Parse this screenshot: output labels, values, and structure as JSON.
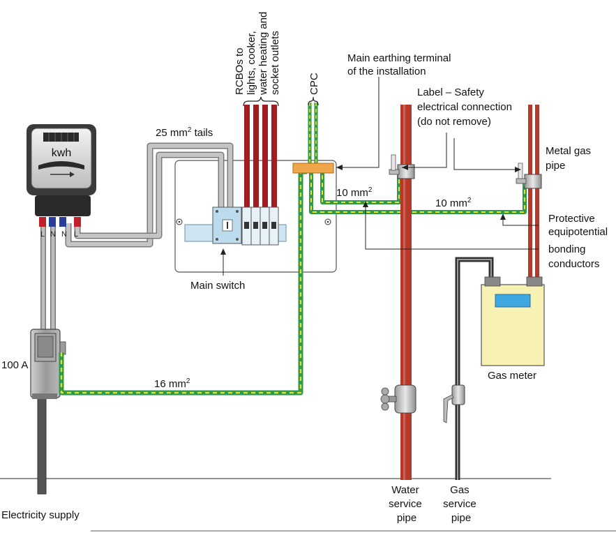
{
  "meter": {
    "unit_label": "kwh",
    "terminals": [
      "L",
      "N",
      "N",
      "L"
    ]
  },
  "labels": {
    "tails": "25 mm",
    "tails_sup": "2",
    "tails_suffix": " tails",
    "rcbo_lines": [
      "RCBOs to",
      "lights, cooker,",
      "water heating and",
      "socket outlets"
    ],
    "cpc": "CPC",
    "met_lines": [
      "Main earthing terminal",
      "of the installation"
    ],
    "safety_lines": [
      "Label – Safety",
      "electrical connection",
      "(do not remove)"
    ],
    "metal_gas_lines": [
      "Metal gas",
      "pipe"
    ],
    "bond_water": "10 mm",
    "bond_water_sup": "2",
    "bond_gas": "10 mm",
    "bond_gas_sup": "2",
    "protective_lines": [
      "Protective",
      "equipotential"
    ],
    "bonding_lines": [
      "bonding",
      "conductors"
    ],
    "main_switch": "Main switch",
    "cutout_rating": "100 A",
    "earth_conductor": "16 mm",
    "earth_conductor_sup": "2",
    "gas_meter": "Gas meter",
    "electricity_supply": "Electricity supply",
    "water_pipe_lines": [
      "Water",
      "service",
      "pipe"
    ],
    "gas_pipe_lines": [
      "Gas",
      "service",
      "pipe"
    ]
  },
  "colors": {
    "copper_pipe": "#b4392a",
    "rcbo_cable": "#a11d22",
    "tails_grey": "#b3b3b3",
    "earth_green": "#2e9a4a",
    "earth_yellow": "#e9e030",
    "terminal_block": "#f0a64a",
    "gas_meter_body": "#f7f1b4",
    "gas_meter_window": "#3fa7e0",
    "switch_blue": "#bcdcee",
    "meter_dark": "#222222"
  }
}
